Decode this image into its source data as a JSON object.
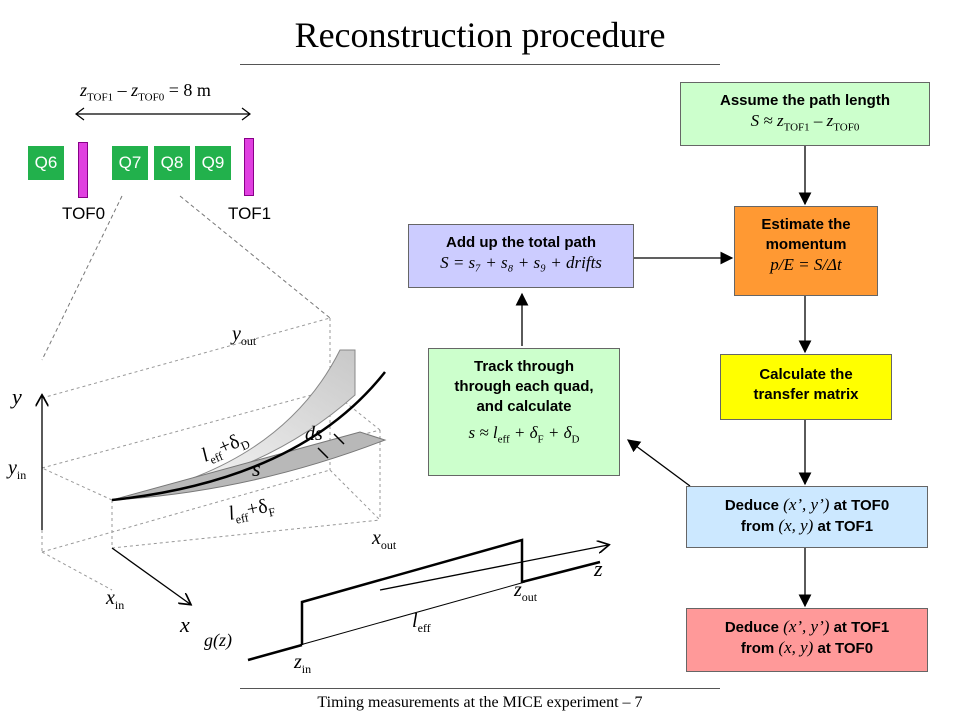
{
  "title": "Reconstruction procedure",
  "footer": "Timing measurements at the MICE experiment – 7",
  "beamline": {
    "distance_label": "z",
    "distance_sub1": "TOF1",
    "distance_mid": " – z",
    "distance_sub0": "TOF0",
    "distance_value": " = 8 m",
    "quads": [
      "Q6",
      "Q7",
      "Q8",
      "Q9"
    ],
    "tof0": "TOF0",
    "tof1": "TOF1"
  },
  "boxes": {
    "assume": {
      "line1": "Assume the path length",
      "f_s": "S",
      "f_approx": " ≈ z",
      "f_sub1": "TOF1",
      "f_mid": " – z",
      "f_sub0": "TOF0",
      "color": "#ccffcc"
    },
    "estimate": {
      "line1": "Estimate the",
      "line2": "momentum",
      "formula": "p/E = S/Δt",
      "color": "#ff9933"
    },
    "add": {
      "line1": "Add up the total path",
      "formula": "S = s₇ + s₈ + s₉ + drifts",
      "color": "#ccccff"
    },
    "track": {
      "line1": "Track through",
      "line2": "through each quad,",
      "line3": "and calculate",
      "formula": "s ≈ l",
      "f_sub_eff": "eff",
      "f_plus1": " + δ",
      "f_sub_f": "F",
      "f_plus2": " + δ",
      "f_sub_d": "D",
      "color": "#ccffcc"
    },
    "calc": {
      "line1": "Calculate the",
      "line2": "transfer matrix",
      "color": "#ffff00"
    },
    "deduce0": {
      "line1a": "Deduce ",
      "line1b": "(x’, y’)",
      "line1c": " at TOF0",
      "line2a": "from ",
      "line2b": "(x, y)",
      "line2c": " at TOF1",
      "color": "#cce8ff"
    },
    "deduce1": {
      "line1a": "Deduce ",
      "line1b": "(x’, y’)",
      "line1c": " at TOF1",
      "line2a": "from ",
      "line2b": "(x, y)",
      "line2c": " at TOF0",
      "color": "#ff9999"
    }
  },
  "diagram3d": {
    "y_out": "y",
    "y_out_sub": "out",
    "y": "y",
    "y_in": "y",
    "y_in_sub": "in",
    "leff_d": "l",
    "leff_d_sub": "eff",
    "leff_d_rest": "+δ",
    "leff_d_sub2": "D",
    "ds": "ds",
    "s": "s",
    "leff_f": "l",
    "leff_f_sub": "eff",
    "leff_f_rest": "+δ",
    "leff_f_sub2": "F",
    "x_out": "x",
    "x_out_sub": "out",
    "x_in": "x",
    "x_in_sub": "in",
    "x": "x",
    "z": "z",
    "z_out": "z",
    "z_out_sub": "out",
    "z_in": "z",
    "z_in_sub": "in",
    "leff": "l",
    "leff_sub": "eff",
    "gz": "g(z)"
  }
}
